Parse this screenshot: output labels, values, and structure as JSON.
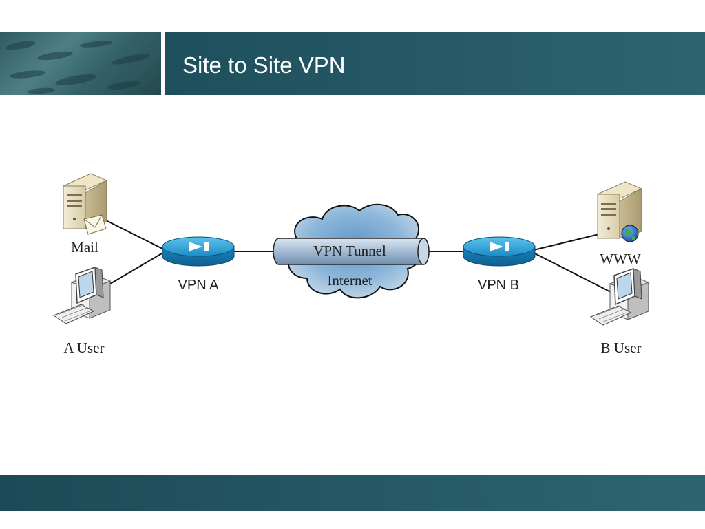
{
  "slide": {
    "title": "Site to Site VPN"
  },
  "diagram": {
    "nodes": {
      "mail": "Mail",
      "a_user": "A User",
      "vpn_a": "VPN A",
      "tunnel": "VPN Tunnel",
      "internet": "Internet",
      "vpn_b": "VPN B",
      "www": "WWW",
      "b_user": "B User"
    }
  },
  "colors": {
    "header": "#23555f",
    "footer": "#23555f",
    "router": "#1e9ad6",
    "cloud": "#8fb8d8",
    "tunnel": "#9bb5d0"
  }
}
